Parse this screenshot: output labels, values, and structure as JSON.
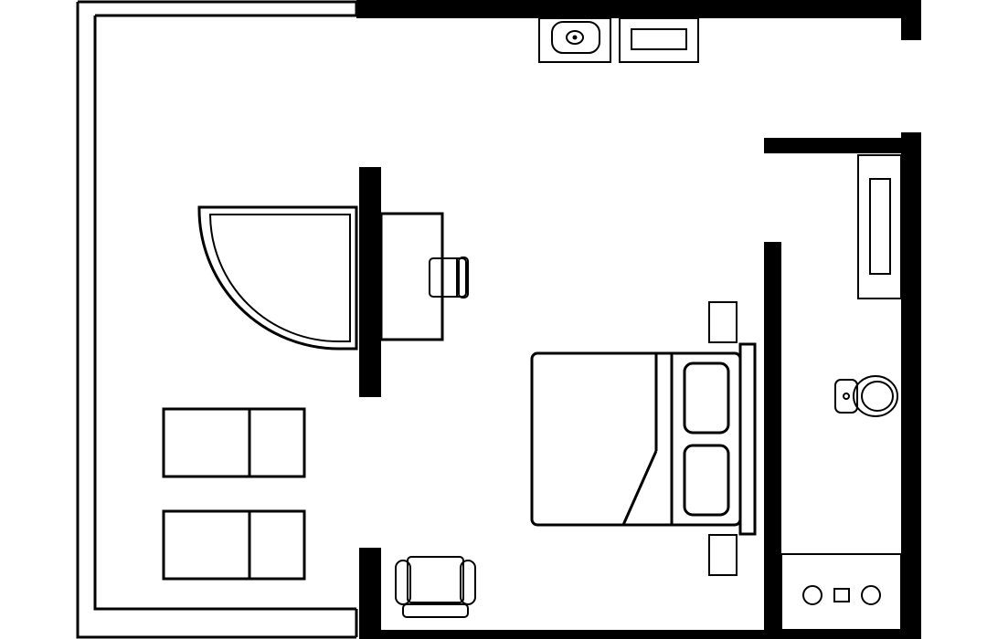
{
  "diagram": {
    "type": "floor-plan",
    "style": "black line art on white",
    "colors": {
      "wall": "#000000",
      "background": "#ffffff"
    },
    "rooms": [
      "bedroom-studio",
      "bathroom"
    ],
    "fixtures": [
      "washbasin-icon",
      "kitchen-sink-icon",
      "curved-shower-icon",
      "desk-icon",
      "desk-chair-icon",
      "double-bed-icon",
      "pillow-icon",
      "nightstand-icon",
      "sofa-icon",
      "armchair-icon",
      "toilet-icon",
      "bathtub-icon",
      "stove-icon"
    ]
  }
}
